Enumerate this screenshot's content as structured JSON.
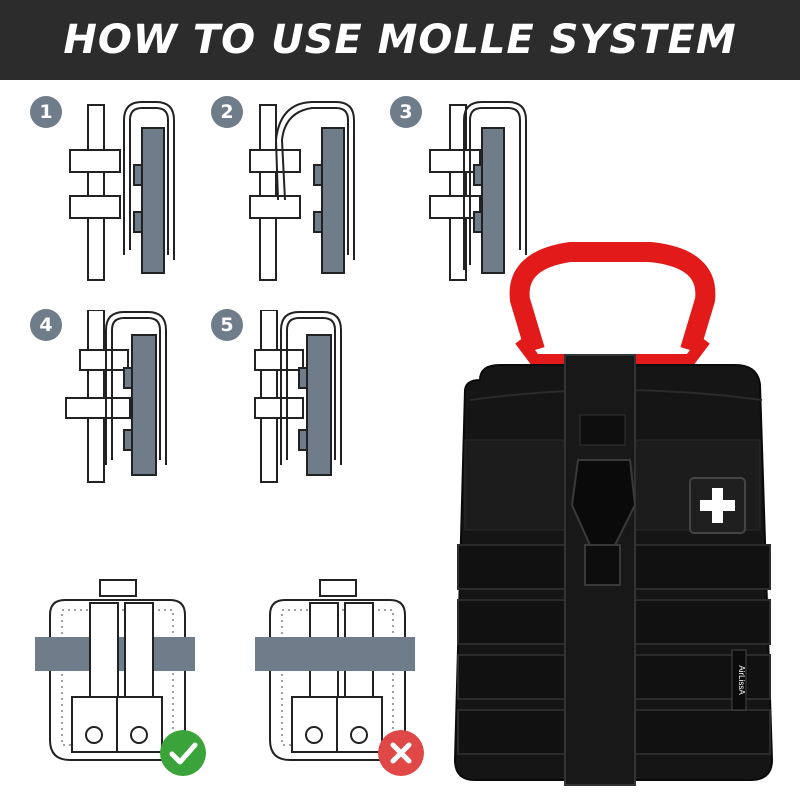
{
  "header": {
    "title": "HOW TO USE MOLLE SYSTEM"
  },
  "steps": [
    {
      "number": "1"
    },
    {
      "number": "2"
    },
    {
      "number": "3"
    },
    {
      "number": "4"
    },
    {
      "number": "5"
    }
  ],
  "examples": [
    {
      "status": "correct",
      "icon": "checkmark-icon",
      "color": "#3aa43a"
    },
    {
      "status": "incorrect",
      "icon": "cross-icon",
      "color": "#e04848"
    }
  ],
  "product": {
    "brand_label": "AirLissA",
    "handle_color": "#e31a1a",
    "body_color": "#151515",
    "patch_symbol_icon": "medical-cross-icon"
  },
  "colors": {
    "strap": "#6f7c89",
    "banner": "#2c2c2c"
  }
}
